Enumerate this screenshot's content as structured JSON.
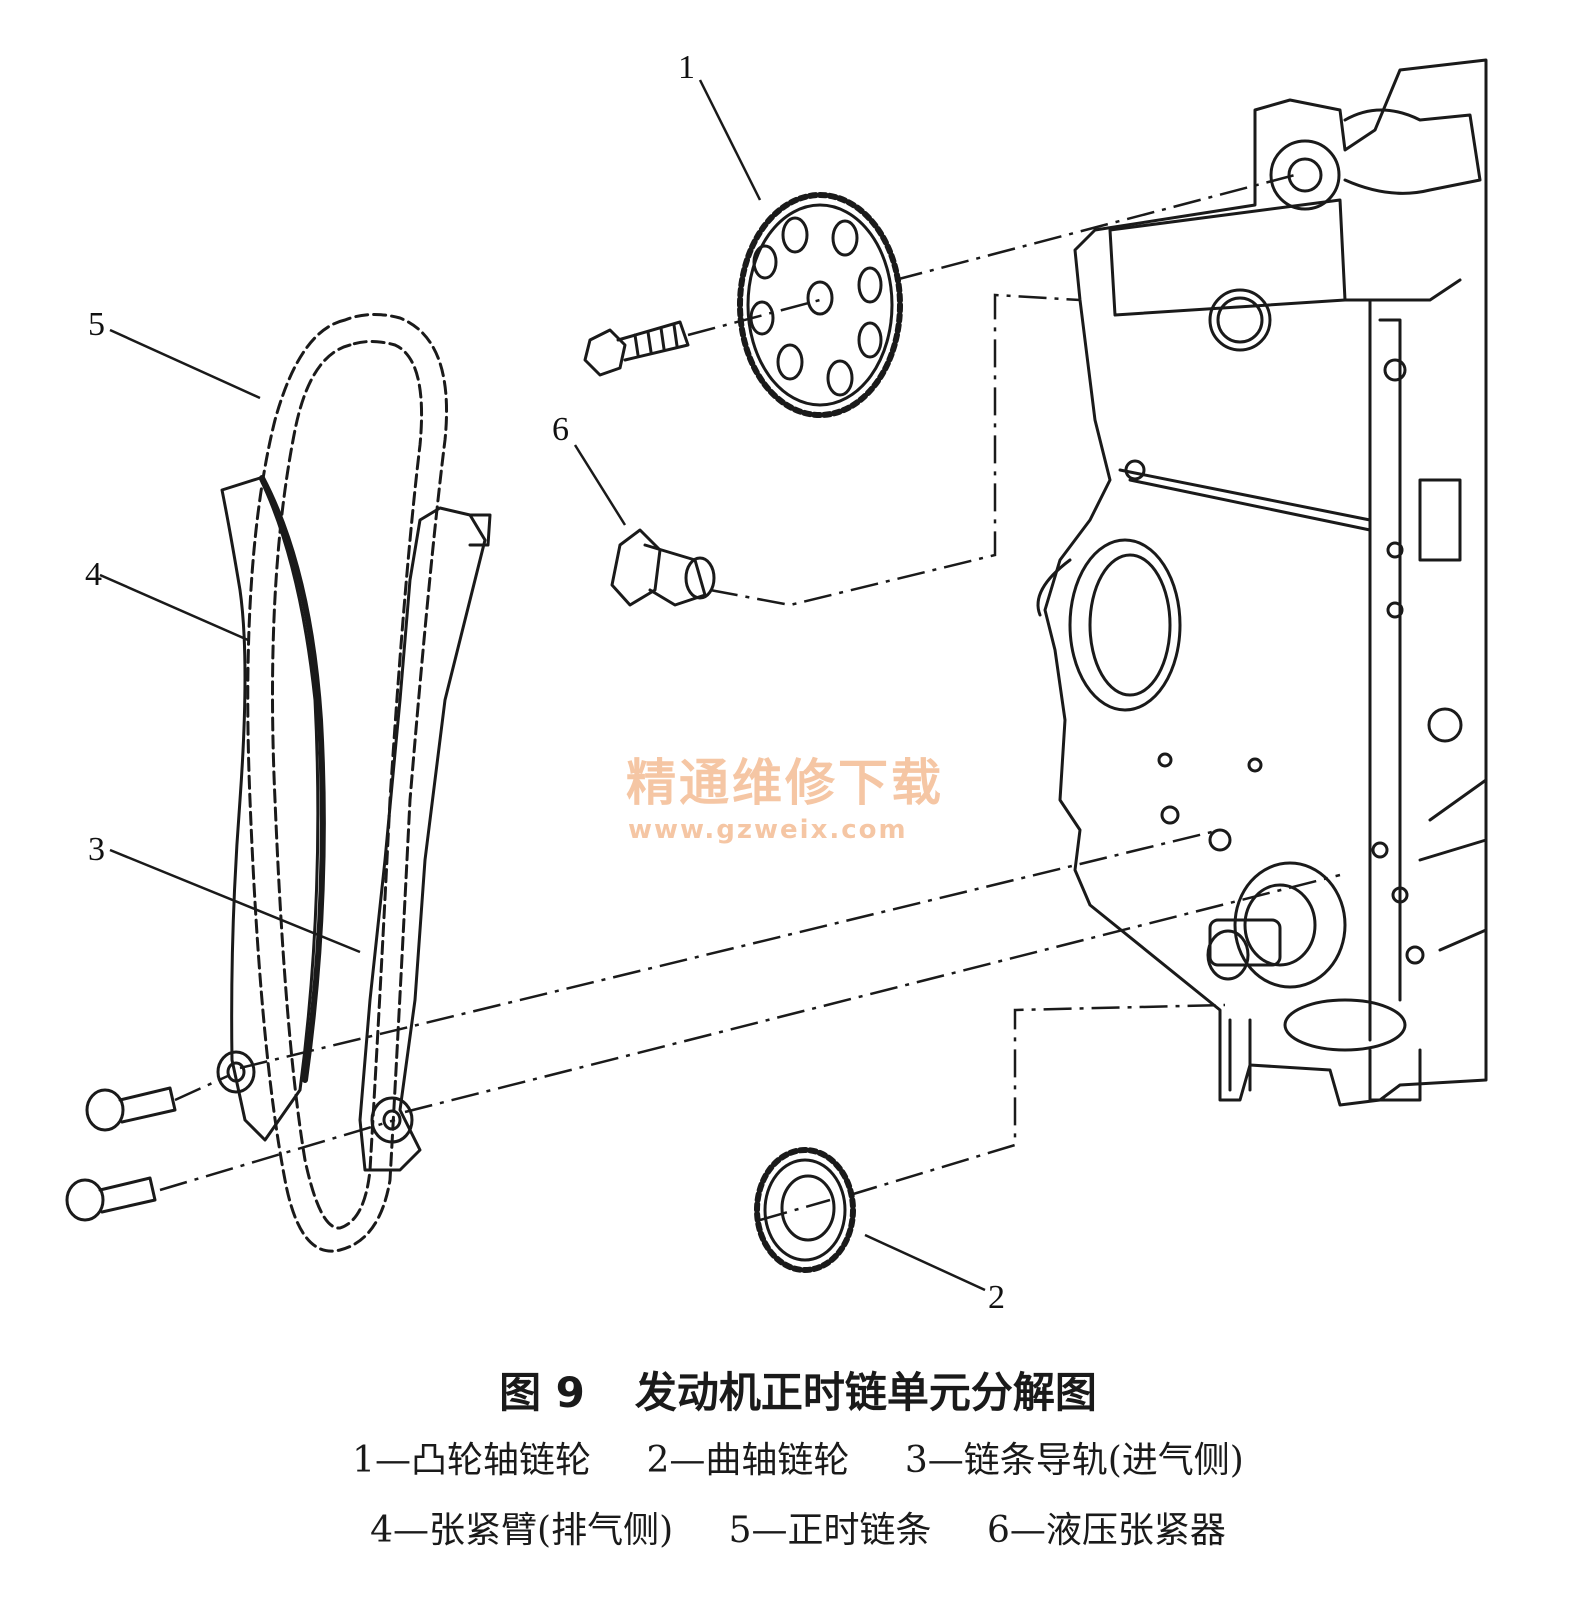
{
  "figure": {
    "number": "图 9",
    "title": "发动机正时链单元分解图"
  },
  "callouts": [
    "1",
    "2",
    "3",
    "4",
    "5",
    "6"
  ],
  "legend": {
    "row1": [
      "1—凸轮轴链轮",
      "2—曲轴链轮",
      "3—链条导轨(进气侧)"
    ],
    "row2": [
      "4—张紧臂(排气侧)",
      "5—正时链条",
      "6—液压张紧器"
    ]
  },
  "watermark": {
    "text": "精通维修下载",
    "url": "www.gzweix.com"
  }
}
